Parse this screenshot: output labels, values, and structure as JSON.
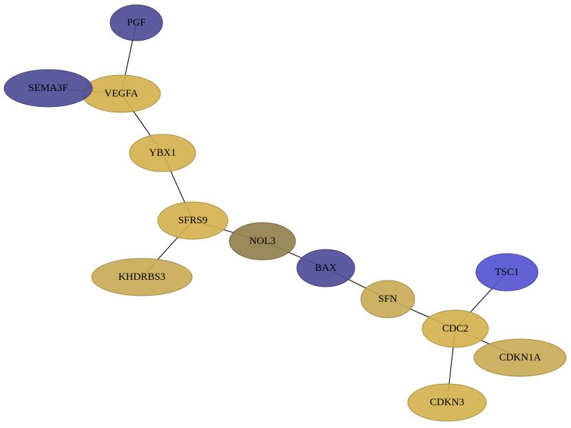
{
  "colors": {
    "gold": "#d4b24f",
    "gold_dark": "#c9ab57",
    "navy": "#4f4d98",
    "olive": "#91804e",
    "blue": "#5555d0",
    "edge": "#000000"
  },
  "nodes": [
    {
      "id": "PGF",
      "label": "PGF",
      "color": "navy"
    },
    {
      "id": "SEMA3F",
      "label": "SEMA3F",
      "color": "navy"
    },
    {
      "id": "VEGFA",
      "label": "VEGFA",
      "color": "gold"
    },
    {
      "id": "YBX1",
      "label": "YBX1",
      "color": "gold"
    },
    {
      "id": "SFRS9",
      "label": "SFRS9",
      "color": "gold"
    },
    {
      "id": "KHDRBS3",
      "label": "KHDRBS3",
      "color": "gold_dark"
    },
    {
      "id": "NOL3",
      "label": "NOL3",
      "color": "olive"
    },
    {
      "id": "BAX",
      "label": "BAX",
      "color": "navy"
    },
    {
      "id": "SFN",
      "label": "SFN",
      "color": "gold_dark"
    },
    {
      "id": "TSC1",
      "label": "TSC1",
      "color": "blue"
    },
    {
      "id": "CDC2",
      "label": "CDC2",
      "color": "gold"
    },
    {
      "id": "CDKN1A",
      "label": "CDKN1A",
      "color": "gold_dark"
    },
    {
      "id": "CDKN3",
      "label": "CDKN3",
      "color": "gold"
    }
  ],
  "edges": [
    {
      "source": "PGF",
      "target": "VEGFA"
    },
    {
      "source": "SEMA3F",
      "target": "VEGFA"
    },
    {
      "source": "VEGFA",
      "target": "YBX1"
    },
    {
      "source": "YBX1",
      "target": "SFRS9"
    },
    {
      "source": "SFRS9",
      "target": "KHDRBS3"
    },
    {
      "source": "SFRS9",
      "target": "NOL3"
    },
    {
      "source": "NOL3",
      "target": "BAX"
    },
    {
      "source": "BAX",
      "target": "SFN"
    },
    {
      "source": "SFN",
      "target": "CDC2"
    },
    {
      "source": "TSC1",
      "target": "CDC2"
    },
    {
      "source": "CDC2",
      "target": "CDKN1A"
    },
    {
      "source": "CDC2",
      "target": "CDKN3"
    }
  ]
}
